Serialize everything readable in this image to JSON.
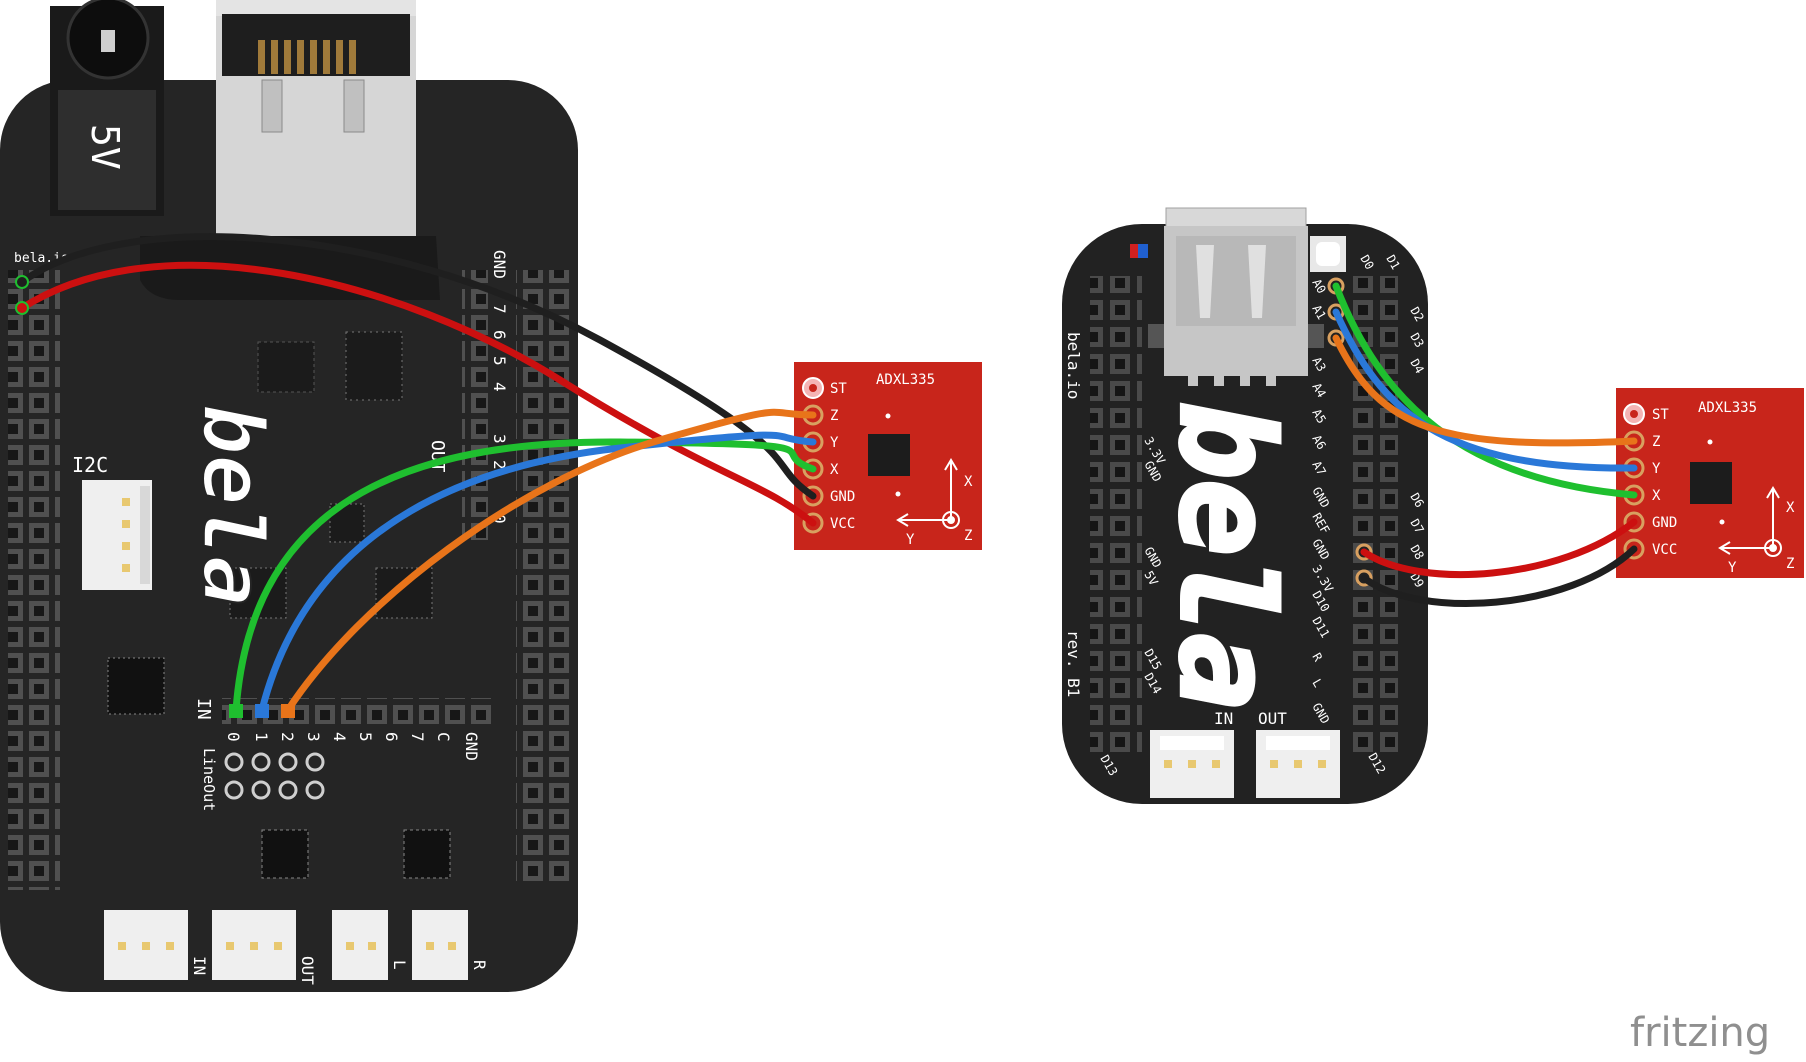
{
  "wire_colors": {
    "black": "#1f1f1f",
    "red": "#cc1010",
    "green": "#1fbf2f",
    "blue": "#2a78d8",
    "orange": "#e8741a"
  },
  "bela": {
    "power_label": "5V",
    "brand_text": "bela.io",
    "logo": "bela",
    "i2c_label": "I2C",
    "analog_in_label": "IN",
    "analog_out_label": "OUT",
    "analog_out_pins": [
      "GND",
      "7",
      "6",
      "5",
      "4",
      "3",
      "2",
      "0"
    ],
    "analog_in_pins": [
      "0",
      "1",
      "2",
      "3",
      "4",
      "5",
      "6",
      "7",
      "C",
      "GND"
    ],
    "lineout_label": "LineOut",
    "audio_connectors": [
      "IN",
      "OUT",
      "L",
      "R"
    ]
  },
  "bela_mini": {
    "brand_text": "bela.io",
    "revision": "rev. B1",
    "logo": "bela",
    "left_labels": [
      "3.3V",
      "GND",
      "GND",
      "5V",
      "D15",
      "D14",
      "D13"
    ],
    "right_labels": [
      "D0",
      "D1",
      "A0",
      "A1",
      "D2",
      "D3",
      "A3",
      "D4",
      "A4",
      "A5",
      "A6",
      "A7",
      "GND",
      "D6",
      "REF",
      "D7",
      "GND",
      "D8",
      "3.3V",
      "D9",
      "D10",
      "D11",
      "R",
      "L",
      "GND",
      "D12"
    ],
    "connector_in": "IN",
    "connector_out": "OUT"
  },
  "sensor_left": {
    "name": "ADXL335",
    "pins": [
      "ST",
      "Z",
      "Y",
      "X",
      "GND",
      "VCC"
    ],
    "axes": [
      "X",
      "Y",
      "Z"
    ]
  },
  "sensor_right": {
    "name": "ADXL335",
    "pins": [
      "ST",
      "Z",
      "Y",
      "X",
      "GND",
      "VCC"
    ],
    "axes": [
      "X",
      "Y",
      "Z"
    ]
  },
  "watermark": "fritzing"
}
